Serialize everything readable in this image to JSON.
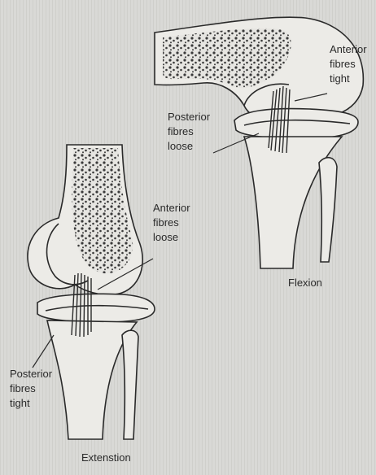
{
  "figure": {
    "flexion": {
      "caption": "Flexion",
      "anterior_label": [
        "Anterior",
        "fibres",
        "tight"
      ],
      "posterior_label": [
        "Posterior",
        "fibres",
        "loose"
      ]
    },
    "extension": {
      "caption": "Extenstion",
      "anterior_label": [
        "Anterior",
        "fibres",
        "loose"
      ],
      "posterior_label": [
        "Posterior",
        "fibres",
        "tight"
      ]
    }
  },
  "colors": {
    "background": "#d9d9d6",
    "ink": "#2a2a2a",
    "bone_fill": "#ecebe7",
    "marrow": "#3a3a3a"
  }
}
